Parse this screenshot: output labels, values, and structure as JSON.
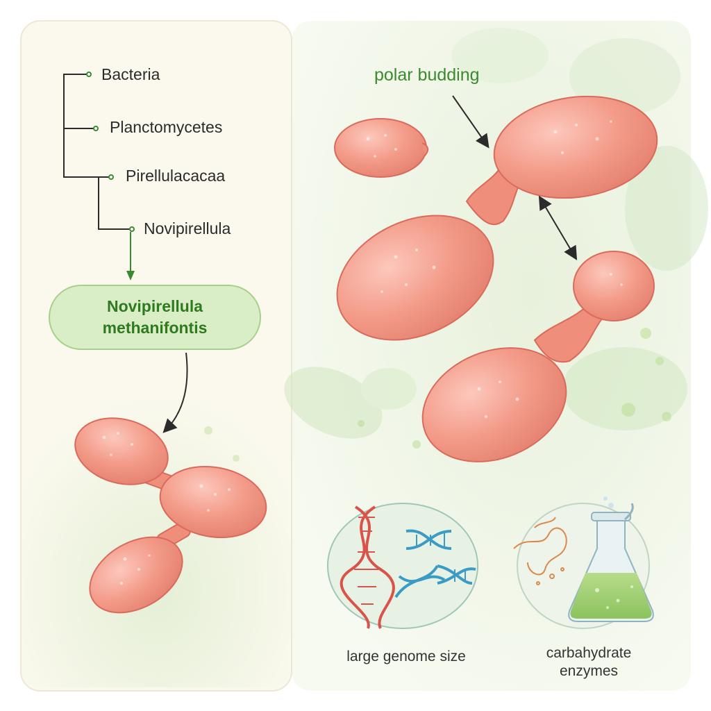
{
  "taxonomy": {
    "levels": [
      "Bacteria",
      "Planctomycetes",
      "Pirellulacacaa",
      "Novipirellula"
    ],
    "species_line1": "Novipirellula",
    "species_line2": "methanifontis"
  },
  "annotations": {
    "polar_budding": "polar budding"
  },
  "features": {
    "genome": "large genome size",
    "enzymes_line1": "carbahydrate",
    "enzymes_line2": "enzymes"
  },
  "colors": {
    "accent_green": "#3c8a2e",
    "cell_fill": "#f39a88",
    "cell_stroke": "#d96a5c",
    "panel_bg": "#fbf9ee"
  }
}
